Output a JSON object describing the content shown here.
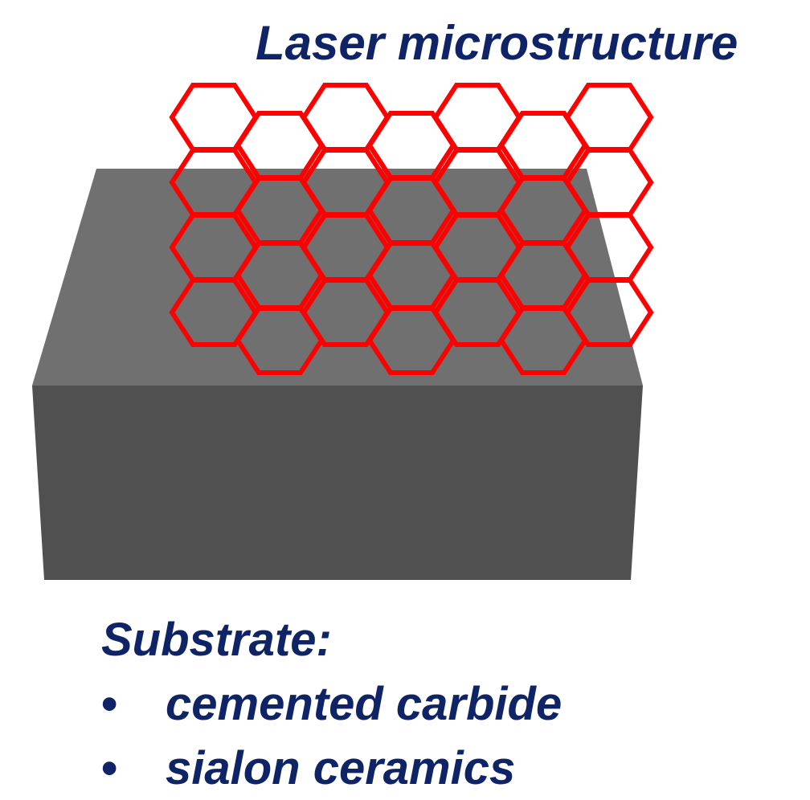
{
  "title": "Laser microstructure",
  "substrate": {
    "heading": "Substrate:",
    "bullet_symbol": "•",
    "items": [
      "cemented carbide",
      "sialon ceramics"
    ]
  },
  "colors": {
    "text": "#0f2466",
    "hexagon_stroke": "#ff0000",
    "block_top": "#707070",
    "block_front": "#505050",
    "block_side": "#606060"
  },
  "hexagon_pattern": {
    "columns": 7,
    "rows": 4
  }
}
